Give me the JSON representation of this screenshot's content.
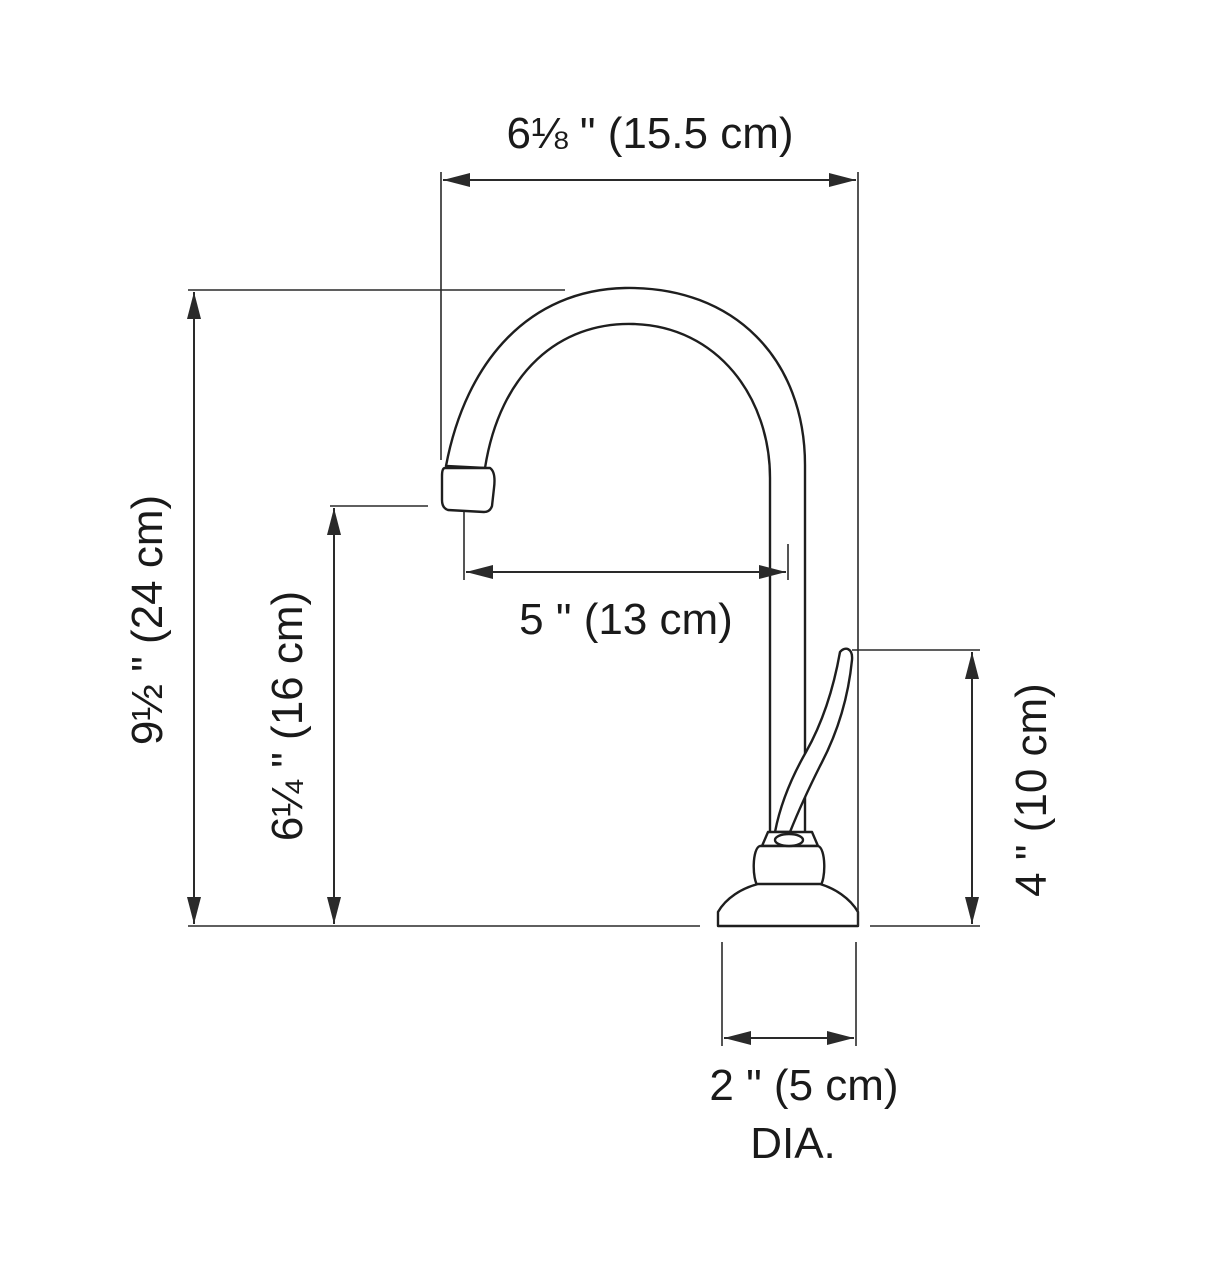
{
  "dimensions": {
    "overall_width": "6⅛ \"  (15.5 cm)",
    "overall_height": "9½ \"  (24 cm)",
    "spout_height": "6¼ \"  (16 cm)",
    "spout_reach": "5 \"  (13 cm)",
    "handle_height": "4 \"  (10 cm)",
    "base_diameter": "2 \"  (5 cm)",
    "base_diameter_note": "DIA."
  },
  "colors": {
    "line": "#2a2a2a",
    "background": "#ffffff"
  }
}
